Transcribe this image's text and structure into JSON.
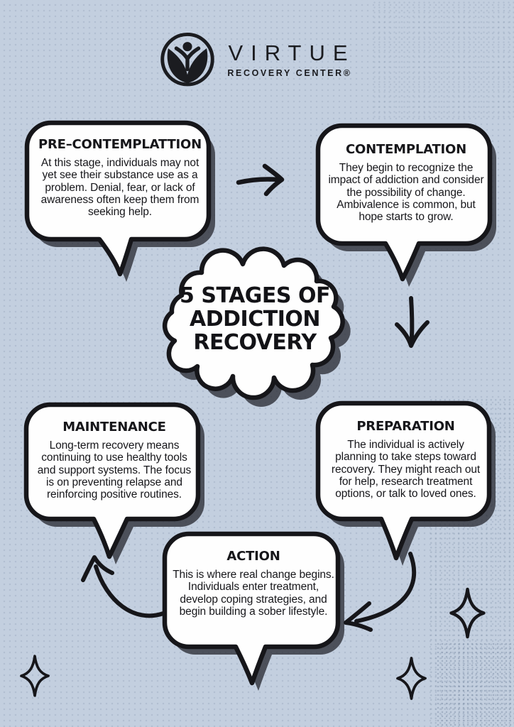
{
  "canvas": {
    "background_color": "#c3cfdf",
    "ink_color": "#16161a",
    "bubble_fill": "#fefefe",
    "shadow_color": "#2a2c34"
  },
  "logo": {
    "brand": "VIRTUE",
    "tagline": "RECOVERY CENTER®",
    "icon": "virtue-lotus-figure-logo"
  },
  "center_badge": {
    "line1": "5 STAGES OF",
    "line2": "ADDICTION",
    "line3": "RECOVERY"
  },
  "stages": [
    {
      "title": "PRE–CONTEMPLATTION",
      "body": "At this stage, individuals may not yet see their substance use as a problem. Denial, fear, or lack of awareness often keep them from seeking help."
    },
    {
      "title": "CONTEMPLATION",
      "body": "They begin to recognize the impact of addiction and consider the possibility of change. Ambivalence is common, but hope starts to grow."
    },
    {
      "title": "PREPARATION",
      "body": "The individual is actively planning to take steps toward recovery. They might reach out for help, research treatment options, or talk to loved ones."
    },
    {
      "title": "ACTION",
      "body": "This is where real change begins. Individuals enter treatment, develop coping strategies, and begin building a sober lifestyle."
    },
    {
      "title": "MAINTENANCE",
      "body": "Long-term recovery means continuing to use healthy tools and support systems. The focus is on preventing relapse and reinforcing positive routines."
    }
  ],
  "decorations": {
    "icons": [
      "arrow-right-icon",
      "arrow-down-icon",
      "arrow-curve-down-left-icon",
      "arrow-curve-up-left-icon",
      "sparkle-icon"
    ],
    "sparkle_count": 3
  }
}
